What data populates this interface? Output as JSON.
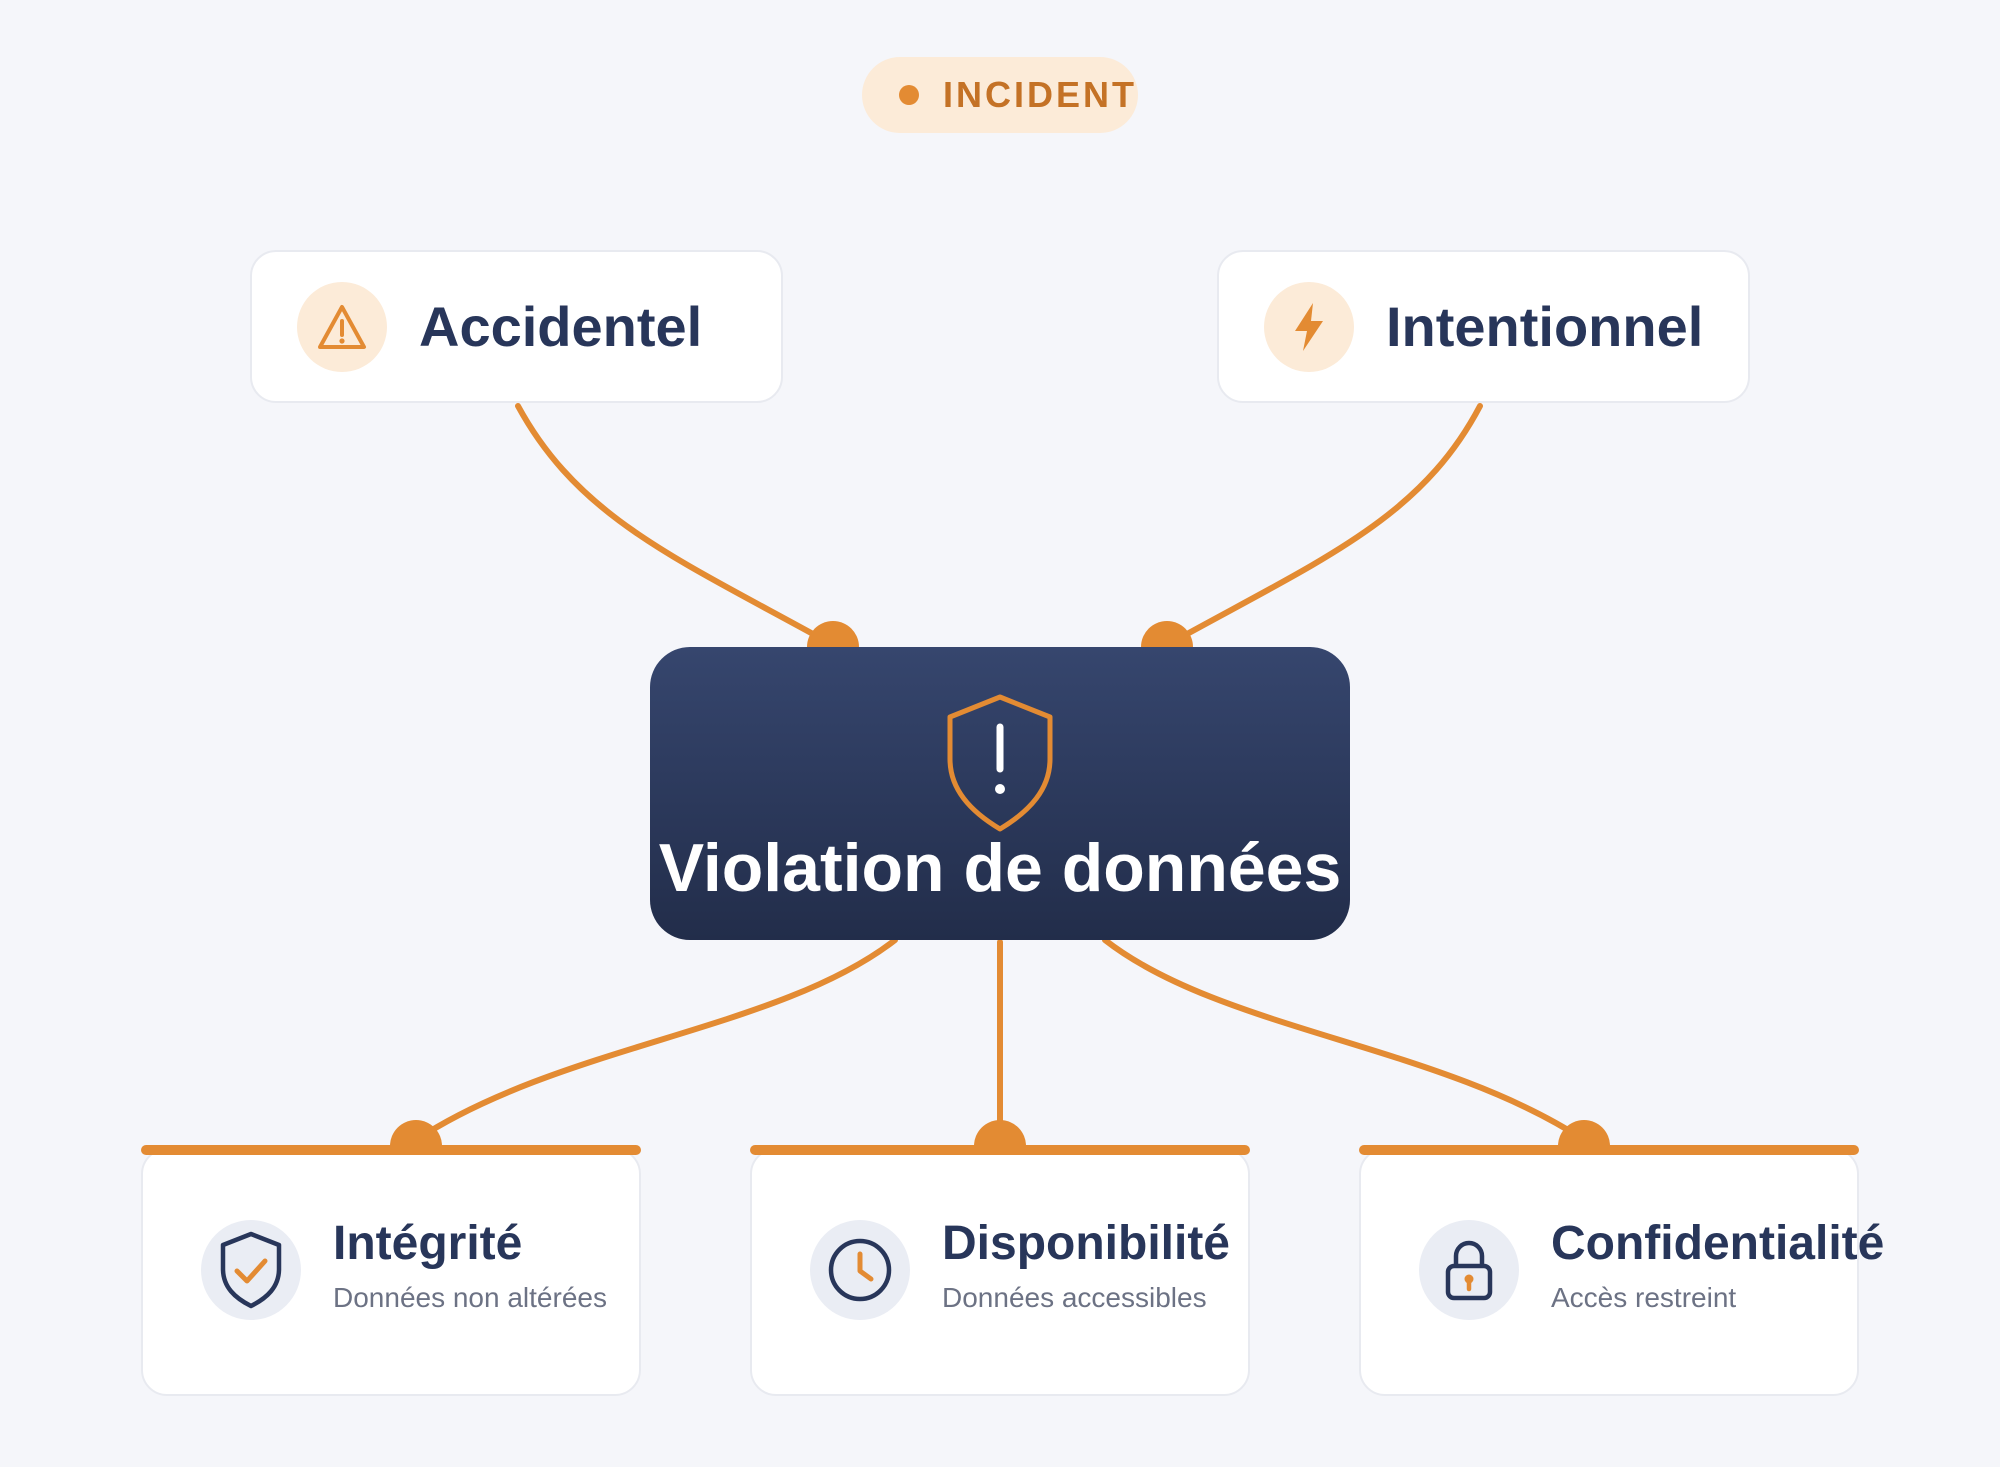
{
  "badge": {
    "label": "INCIDENT"
  },
  "sources": [
    {
      "label": "Accidentel",
      "icon": "warning-triangle-icon"
    },
    {
      "label": "Intentionnel",
      "icon": "lightning-bolt-icon"
    }
  ],
  "center": {
    "title": "Violation de données",
    "icon": "shield-alert-icon"
  },
  "properties": [
    {
      "title": "Intégrité",
      "subtitle": "Données non altérées",
      "icon": "shield-check-icon"
    },
    {
      "title": "Disponibilité",
      "subtitle": "Données accessibles",
      "icon": "clock-icon"
    },
    {
      "title": "Confidentialité",
      "subtitle": "Accès restreint",
      "icon": "padlock-icon"
    }
  ],
  "colors": {
    "accent": "#e38b33",
    "accent_light": "#fcebd8",
    "navy": "#28365a",
    "background": "#f5f6fa",
    "muted_text": "#6c7284"
  }
}
